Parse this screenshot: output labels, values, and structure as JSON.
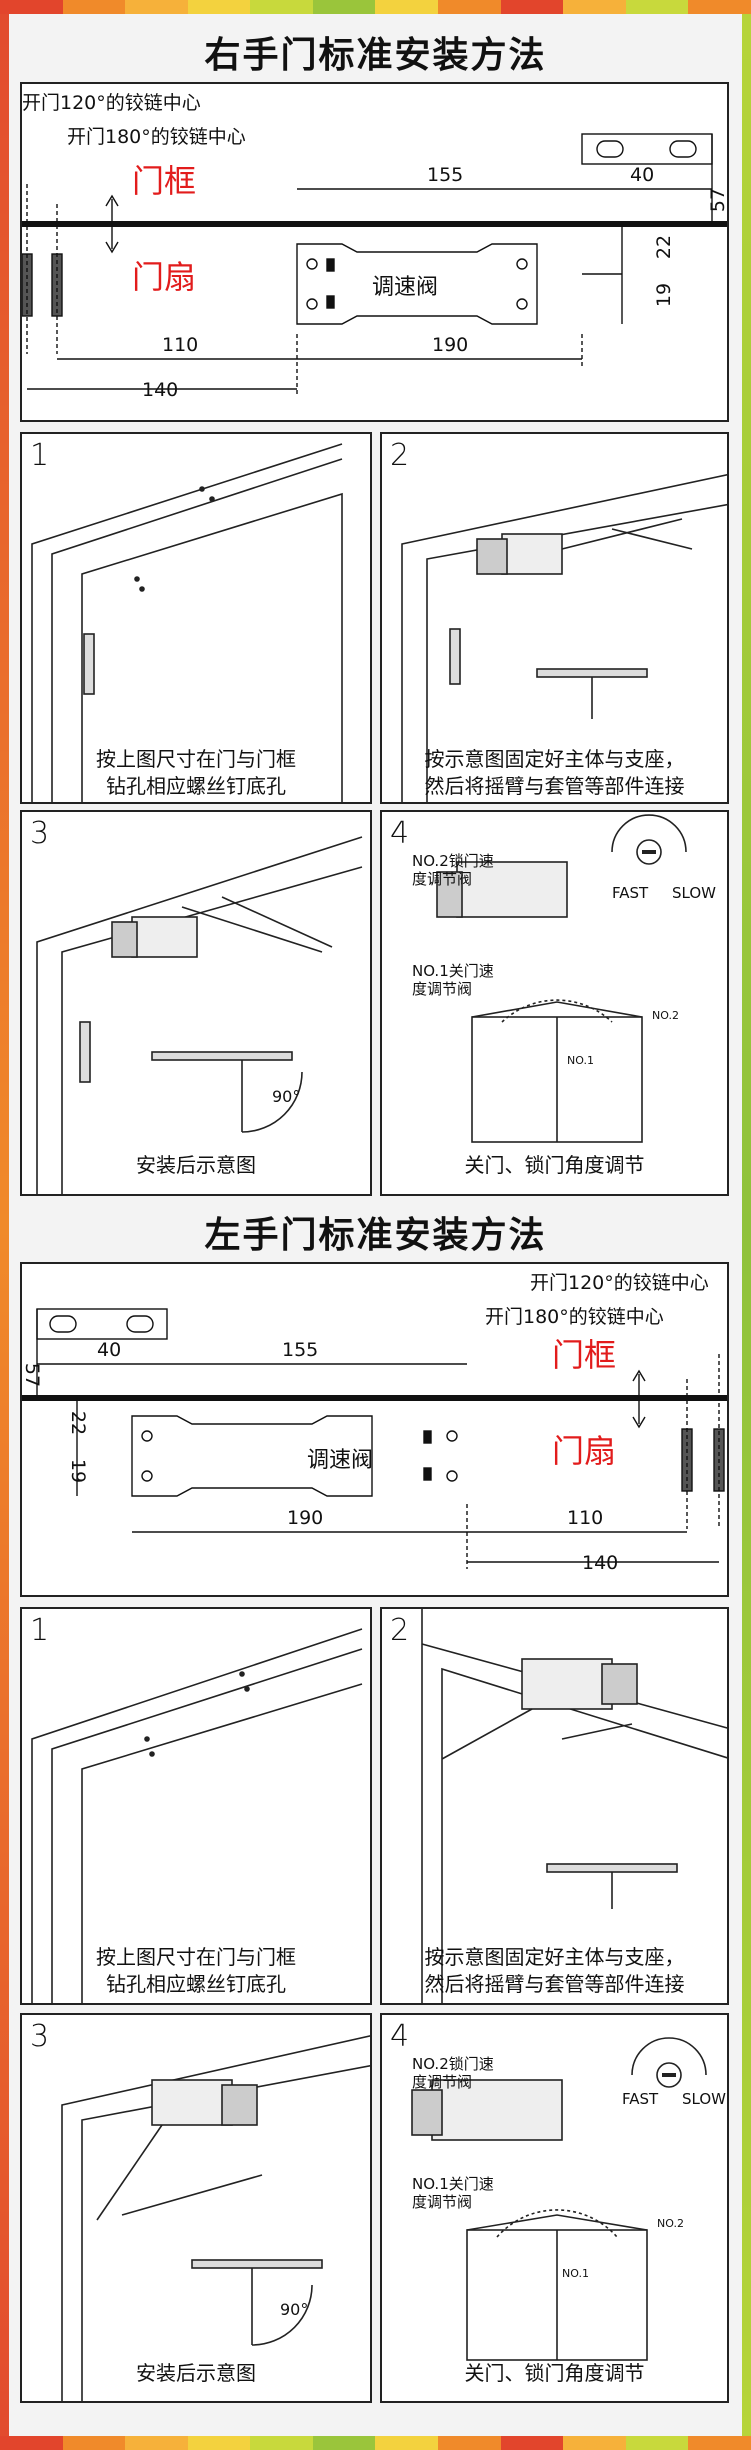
{
  "right": {
    "title": "右手门标准安装方法",
    "hinge120": "开门120°的铰链中心",
    "hinge180": "开门180°的铰链中心",
    "frame": "门框",
    "door": "门扇",
    "valve": "调速阀",
    "dims": {
      "d155": "155",
      "d40": "40",
      "d57": "57",
      "d22": "22",
      "d19": "19",
      "d110": "110",
      "d190": "190",
      "d140": "140"
    },
    "steps": [
      {
        "num": "1",
        "line1": "按上图尺寸在门与门框",
        "line2": "钻孔相应螺丝钉底孔"
      },
      {
        "num": "2",
        "line1": "按示意图固定好主体与支座，",
        "line2": "然后将摇臂与套管等部件连接"
      },
      {
        "num": "3",
        "line1": "安装后示意图",
        "line2": "",
        "angle": "90°"
      },
      {
        "num": "4",
        "line1": "关门、锁门角度调节",
        "line2": "",
        "no2": "NO.2锁门速",
        "no2b": "度调节阀",
        "no1": "NO.1关门速",
        "no1b": "度调节阀",
        "fast": "FAST",
        "slow": "SLOW",
        "lbl_no1": "NO.1",
        "lbl_no2": "NO.2"
      }
    ]
  },
  "left": {
    "title": "左手门标准安装方法",
    "hinge120": "开门120°的铰链中心",
    "hinge180": "开门180°的铰链中心",
    "frame": "门框",
    "door": "门扇",
    "valve": "调速阀",
    "dims": {
      "d40": "40",
      "d155": "155",
      "d57": "57",
      "d22": "22",
      "d19": "19",
      "d190": "190",
      "d110": "110",
      "d140": "140"
    },
    "steps": [
      {
        "num": "1",
        "line1": "按上图尺寸在门与门框",
        "line2": "钻孔相应螺丝钉底孔"
      },
      {
        "num": "2",
        "line1": "按示意图固定好主体与支座，",
        "line2": "然后将摇臂与套管等部件连接"
      },
      {
        "num": "3",
        "line1": "安装后示意图",
        "line2": "",
        "angle": "90°"
      },
      {
        "num": "4",
        "line1": "关门、锁门角度调节",
        "line2": "",
        "no2": "NO.2锁门速",
        "no2b": "度调节阀",
        "no1": "NO.1关门速",
        "no1b": "度调节阀",
        "fast": "FAST",
        "slow": "SLOW",
        "lbl_no1": "NO.1",
        "lbl_no2": "NO.2"
      }
    ]
  },
  "colors": {
    "accent_red": "#e21c1c",
    "border": "#222222"
  }
}
